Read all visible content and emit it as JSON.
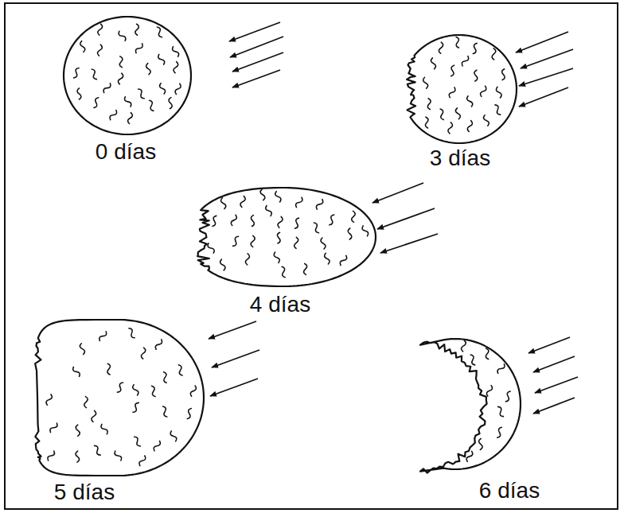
{
  "diagram": {
    "labels": [
      "0 días",
      "3 días",
      "4 días",
      "5 días",
      "6 días"
    ]
  }
}
